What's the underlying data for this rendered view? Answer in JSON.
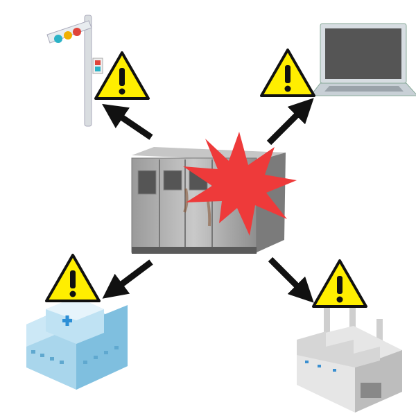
{
  "scene": {
    "center": "substation-explosion",
    "affected": [
      "traffic-light",
      "laptop",
      "hospital",
      "factory"
    ]
  },
  "colors": {
    "warning_fill": "#ffee00",
    "burst": "#ee3a3a",
    "arrow": "#111111",
    "substation": "#a8a8a8"
  }
}
